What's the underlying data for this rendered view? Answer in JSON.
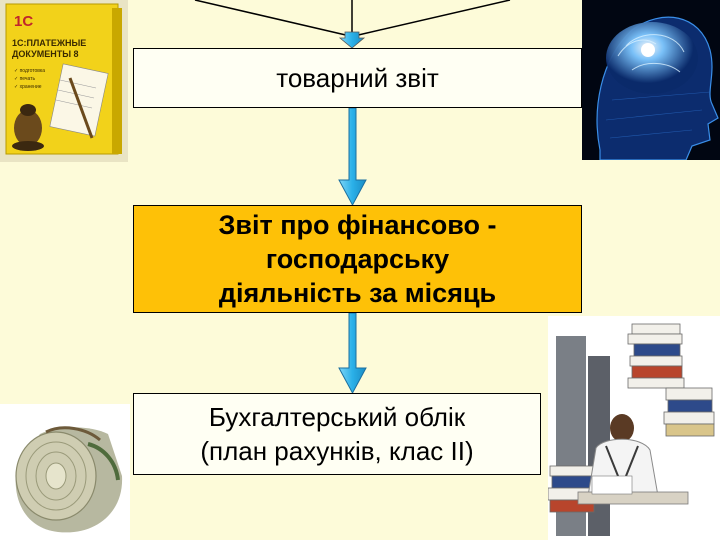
{
  "boxes": {
    "trade_report": "товарний звіт",
    "financial_report": "Звіт  про фінансово -\nгосподарську\nдіяльність за місяць",
    "accounting": "Бухгалтерський облік\n(план рахунків, клас II)"
  },
  "software_box": {
    "title": "1С:ПЛАТЕЖНЫЕ\nДОКУМЕНТЫ 8",
    "logo": "1С",
    "features": [
      "подготовка",
      "печать",
      "хранение"
    ]
  },
  "colors": {
    "background": "#fdfbd9",
    "highlight_box": "#fec107",
    "arrow_fill": "#2ab0e8",
    "box_fill": "#fffff3"
  },
  "icons": [
    "software-box-image",
    "brain-image",
    "money-roll-image",
    "office-worker-image"
  ]
}
